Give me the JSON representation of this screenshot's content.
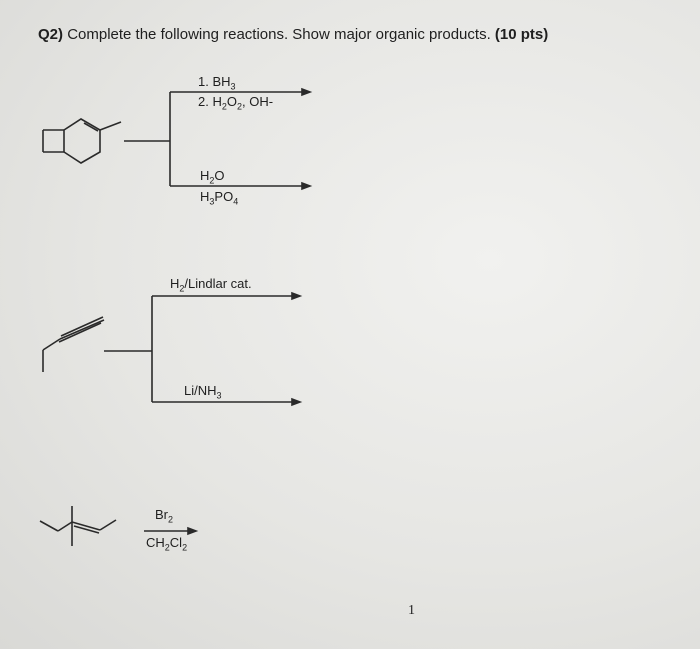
{
  "question": {
    "number": "Q2)",
    "text": "Complete the following reactions. Show major organic products.",
    "points": "(10 pts)"
  },
  "reactions": {
    "r1": {
      "top_line1": "1. BH",
      "top_line1_sub": "3",
      "top_line2_a": "2. H",
      "top_line2_sub1": "2",
      "top_line2_b": "O",
      "top_line2_sub2": "2",
      "top_line2_c": ", OH-",
      "bottom_line1_a": "H",
      "bottom_line1_sub": "2",
      "bottom_line1_b": "O",
      "bottom_line2_a": "H",
      "bottom_line2_sub1": "3",
      "bottom_line2_b": "PO",
      "bottom_line2_sub2": "4"
    },
    "r2": {
      "top_a": "H",
      "top_sub": "2",
      "top_b": "/Lindlar cat.",
      "bottom_a": "Li/NH",
      "bottom_sub": "3"
    },
    "r3": {
      "top_a": "Br",
      "top_sub": "2",
      "bottom_a": "CH",
      "bottom_sub1": "2",
      "bottom_b": "Cl",
      "bottom_sub2": "2"
    }
  },
  "page_number": "1"
}
